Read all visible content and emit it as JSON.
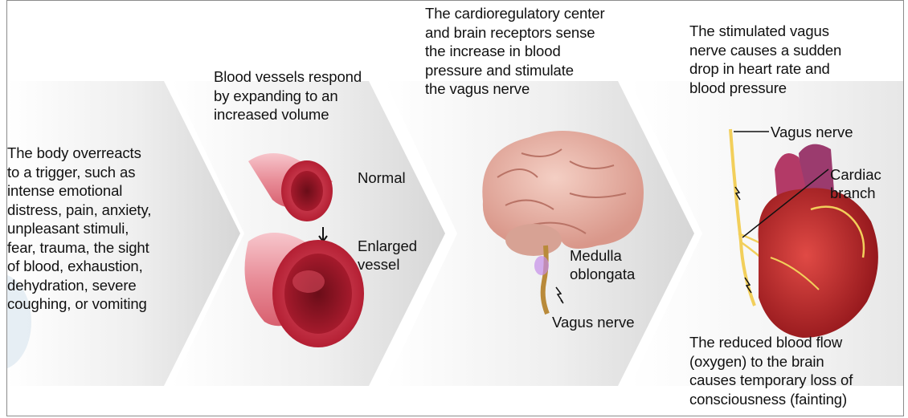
{
  "steps": [
    {
      "text": "The body overreacts\nto a trigger, such as\nintense emotional\ndistress, pain, anxiety,\nunpleasant stimuli,\nfear, trauma, the sight\nof blood, exhaustion,\ndehydration, severe\ncoughing, or vomiting"
    },
    {
      "text": "Blood vessels respond\nby expanding to an\nincreased volume"
    },
    {
      "text": "The cardioregulatory center\nand brain receptors sense\nthe increase in blood\npressure and stimulate\nthe vagus nerve"
    },
    {
      "text": "The stimulated vagus\nnerve causes a sudden\ndrop in heart rate and\nblood pressure"
    },
    {
      "text": "The reduced blood flow\n(oxygen) to the brain\ncauses temporary loss of\nconsciousness (fainting)"
    }
  ],
  "labels": {
    "normal": "Normal",
    "enlarged": "Enlarged\nvessel",
    "medulla": "Medulla\noblongata",
    "vagus_brain": "Vagus nerve",
    "vagus_heart": "Vagus nerve",
    "cardiac": "Cardiac\nbranch"
  },
  "colors": {
    "arrow_light": "#f4f4f4",
    "arrow_dark": "#d9d9d9",
    "vessel": "#c8283c",
    "brain": "#e9b5a8",
    "nerve": "#f2cf5b",
    "heart": "#b8232a"
  }
}
